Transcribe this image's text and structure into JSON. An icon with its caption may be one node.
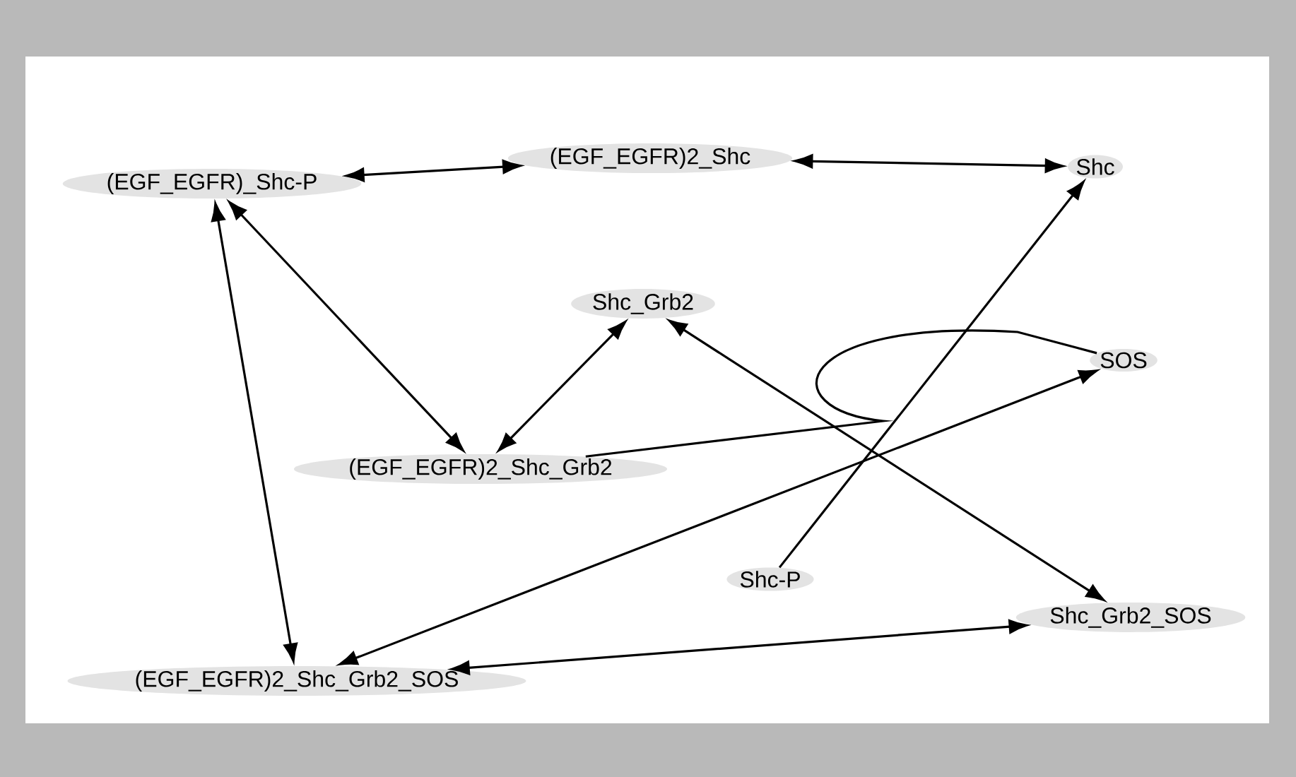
{
  "diagram": {
    "nodes": [
      {
        "text": [
          "(EGF_EGFR)_Shc-P"
        ]
      },
      {
        "text": [
          "(EGF_EGFR)2_Shc"
        ]
      },
      {
        "text": [
          "Shc"
        ]
      },
      {
        "text": [
          "Shc_Grb2"
        ]
      },
      {
        "text": [
          "SOS"
        ]
      },
      {
        "text": [
          "(EGF_EGFR)2_Shc_Grb2"
        ]
      },
      {
        "text": [
          "Shc-P"
        ]
      },
      {
        "text": [
          "Shc_Grb2_SOS"
        ]
      },
      {
        "text": [
          "(EGF_EGFR)2_Shc_Grb2_SOS"
        ]
      }
    ],
    "edges": [
      {
        "from": 1,
        "to": 0,
        "arrow": "both"
      },
      {
        "from": 1,
        "to": 2,
        "arrow": "both"
      },
      {
        "from": 0,
        "to": 5,
        "arrow": "both"
      },
      {
        "from": 0,
        "to": 8,
        "arrow": "both"
      },
      {
        "from": 5,
        "to": 3,
        "arrow": "both"
      },
      {
        "from": 3,
        "to": 7,
        "arrow": "both"
      },
      {
        "from": 8,
        "to": 7,
        "arrow": "both"
      },
      {
        "from": 8,
        "to": 4,
        "arrow": "both"
      },
      {
        "from": 6,
        "to": 2,
        "arrow": "to"
      },
      {
        "from": 5,
        "to": 4,
        "arrow": "none"
      }
    ]
  }
}
